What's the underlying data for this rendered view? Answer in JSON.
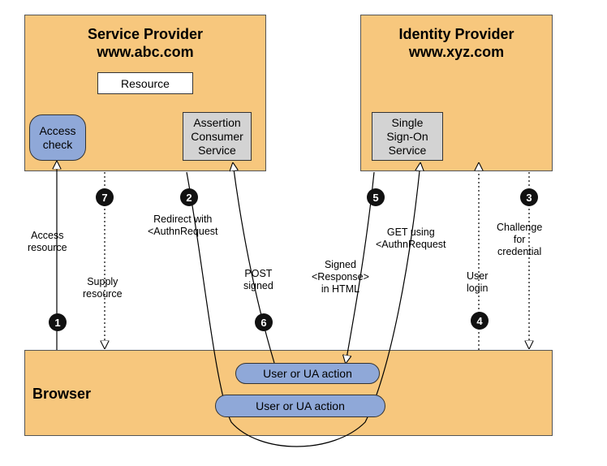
{
  "service_provider": {
    "title": "Service Provider",
    "url": "www.abc.com",
    "resource": "Resource",
    "access_check_l1": "Access",
    "access_check_l2": "check",
    "acs_l1": "Assertion",
    "acs_l2": "Consumer",
    "acs_l3": "Service"
  },
  "identity_provider": {
    "title": "Identity Provider",
    "url": "www.xyz.com",
    "sso_l1": "Single",
    "sso_l2": "Sign-On",
    "sso_l3": "Service"
  },
  "browser": {
    "title": "Browser",
    "action_upper": "User or UA action",
    "action_lower": "User or UA action"
  },
  "steps": {
    "s1": "1",
    "s2": "2",
    "s3": "3",
    "s4": "4",
    "s5": "5",
    "s6": "6",
    "s7": "7"
  },
  "labels": {
    "access_resource_l1": "Access",
    "access_resource_l2": "resource",
    "supply_resource_l1": "Supply",
    "supply_resource_l2": "resource",
    "redirect_l1": "Redirect with",
    "redirect_l2": "<AuthnRequest",
    "post_l1": "POST",
    "post_l2": "signed",
    "signed_l1": "Signed",
    "signed_l2": "<Response>",
    "signed_l3": "in HTML",
    "get_l1": "GET using",
    "get_l2": "<AuthnRequest",
    "user_login_l1": "User",
    "user_login_l2": "login",
    "challenge_l1": "Challenge",
    "challenge_l2": "for",
    "challenge_l3": "credential"
  },
  "colors": {
    "panel": "#f7c77d",
    "component_gray": "#d3d3d3",
    "action_blue": "#8fa8d8",
    "step_badge": "#111111"
  }
}
